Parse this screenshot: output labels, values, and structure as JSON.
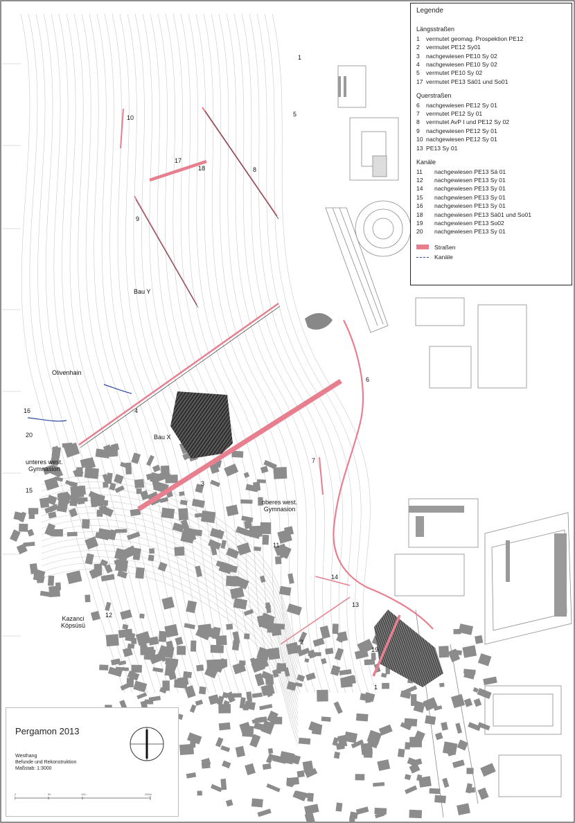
{
  "legend": {
    "title": "Legende",
    "sections": [
      {
        "heading": "Längsstraßen",
        "items": [
          {
            "num": "1",
            "text": "vermutet geomag. Prospektion PE12"
          },
          {
            "num": "2",
            "text": "vermutet PE12 Sy01"
          },
          {
            "num": "3",
            "text": "nachgewiesen PE10 Sy 02"
          },
          {
            "num": "4",
            "text": "nachgewiesen PE10 Sy 02"
          },
          {
            "num": "5",
            "text": "vermutet PE10 Sy 02"
          },
          {
            "num": "17",
            "text": "vermutet PE13 Sä01 und So01"
          }
        ]
      },
      {
        "heading": "Querstraßen",
        "items": [
          {
            "num": "6",
            "text": "nachgewiesen PE12 Sy 01"
          },
          {
            "num": "7",
            "text": "vermutet PE12 Sy 01"
          },
          {
            "num": "8",
            "text": "vermutet AvP I und PE12 Sy 02"
          },
          {
            "num": "9",
            "text": "nachgewiesen PE12 Sy 01"
          },
          {
            "num": "10",
            "text": "nachgewiesen PE12 Sy 01"
          },
          {
            "num": "13",
            "text": "PE13 Sy 01"
          }
        ]
      },
      {
        "heading": "Kanäle",
        "items": [
          {
            "num": "11",
            "text": "nachgewiesen PE13 Sä 01"
          },
          {
            "num": "12",
            "text": "nachgewiesen PE13 Sy 01"
          },
          {
            "num": "14",
            "text": "nachgewiesen PE13 Sy 01"
          },
          {
            "num": "15",
            "text": "nachgewiesen PE13 Sy 01"
          },
          {
            "num": "16",
            "text": "nachgewiesen PE13 Sy 01"
          },
          {
            "num": "18",
            "text": "nachgewiesen PE13 Sä01 und So01"
          },
          {
            "num": "19",
            "text": "nachgewiesen PE13 So02"
          },
          {
            "num": "20",
            "text": "nachgewiesen PE13 Sy 01"
          }
        ]
      }
    ],
    "key_roads": "Straßen",
    "key_canals": "Kanäle",
    "road_color": "#e87f8f",
    "canal_color": "#2b4aa5"
  },
  "titlebox": {
    "title": "Pergamon 2013",
    "sub1": "Westhang",
    "sub2": "Befunde und Rekonstruktion",
    "sub3": "Maßstab: 1:3000",
    "ticks": [
      "0",
      "50",
      "100",
      "200m"
    ],
    "north_icon": "north-arrow-icon"
  },
  "map": {
    "road_numbers": {
      "n1": "1",
      "n2": "2",
      "n3": "3",
      "n4": "4",
      "n5": "5",
      "n6": "6",
      "n7": "7",
      "n8": "8",
      "n9": "9",
      "n10": "10",
      "n11": "11",
      "n12": "12",
      "n13": "13",
      "n14": "14",
      "n15": "15",
      "n16": "16",
      "n17": "17",
      "n18": "18",
      "n19": "19",
      "n20": "20",
      "n1top": "1"
    },
    "places": {
      "bau_y": "Bau Y",
      "bau_x": "Bau X",
      "olivenhain": "Olivenhain",
      "unteres_1": "unteres west.",
      "unteres_2": "Gymnasion",
      "oberes_1": "oberes west.",
      "oberes_2": "Gymnasion",
      "kazanci_1": "Kazanci",
      "kazanci_2": "Köpsüsü"
    }
  }
}
